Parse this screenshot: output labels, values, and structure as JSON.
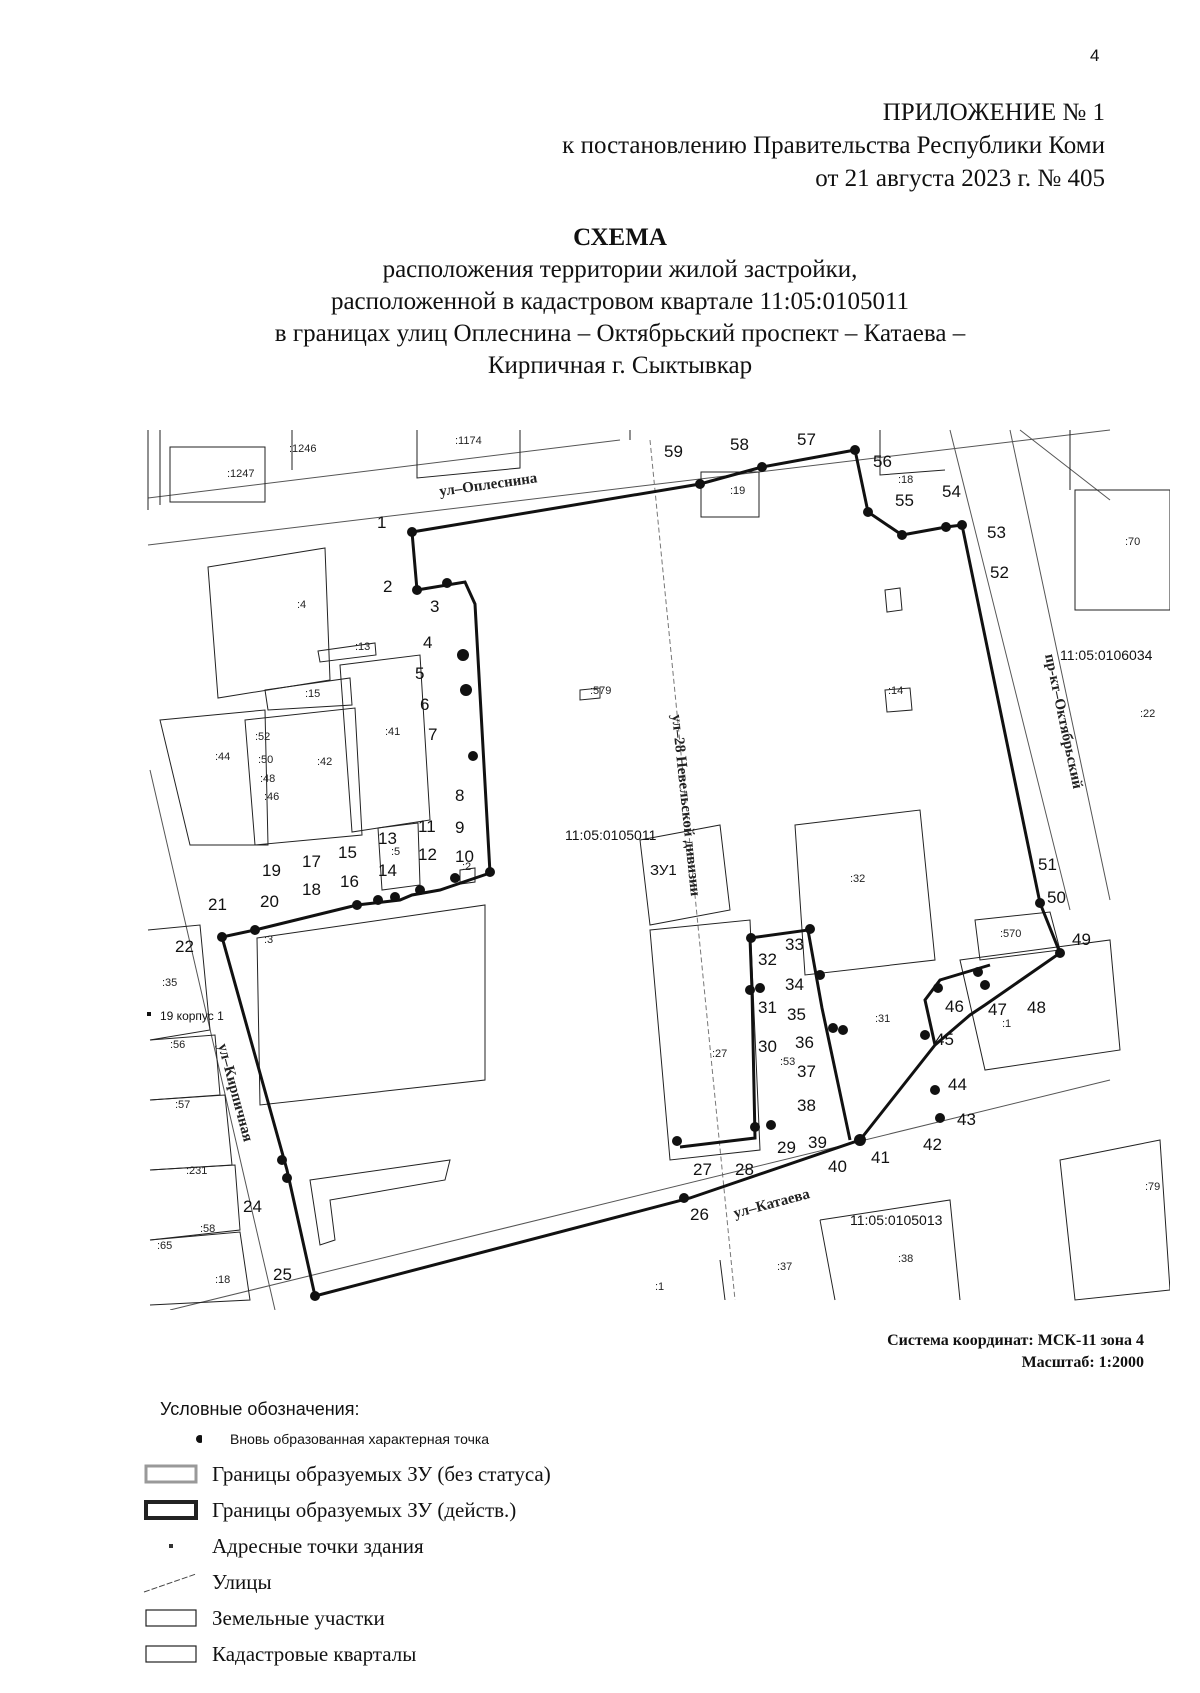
{
  "page_number": "4",
  "header": {
    "line1": "ПРИЛОЖЕНИЕ № 1",
    "line2": "к постановлению Правительства Республики Коми",
    "line3": "от 21 августа 2023 г. № 405"
  },
  "title": {
    "main": "СХЕМА",
    "line1": "расположения территории жилой застройки,",
    "line2": "расположенной в кадастровом квартале 11:05:0105011",
    "line3": "в границах улиц Оплеснина – Октябрьский проспект – Катаева –",
    "line4": "Кирпичная г. Сыктывкар"
  },
  "map": {
    "streets": {
      "oplesnina": "ул–Оплеснина",
      "oktyabrsky": "пр-кт–Октябрьский",
      "nevelskoy": "ул–28 Невельской дивизии",
      "kirpichnaya": "ул–Кирпичная",
      "kataeva": "ул–Катаева"
    },
    "quarters": {
      "q1": "11:05:0105011",
      "q2": "11:05:0106034",
      "q3": "11:05:0105013"
    },
    "zone_label": "ЗУ1",
    "building_label": "19 корпус 1",
    "parcels": {
      "p1247": ":1247",
      "p1246": ":1246",
      "p1174": ":1174",
      "p19": ":19",
      "p18": ":18",
      "p70": ":70",
      "p4": ":4",
      "p13": ":13",
      "p15": ":15",
      "p41": ":41",
      "p42": ":42",
      "p44": ":44",
      "p52": ":52",
      "p50": ":50",
      "p48": ":48",
      "p46": ":46",
      "p579": ":579",
      "p14": ":14",
      "p22": ":22",
      "p32": ":32",
      "p570": ":570",
      "p31": ":31",
      "p1r": ":1",
      "p27": ":27",
      "p53": ":53",
      "p5": ":5",
      "p2": ":2",
      "p3": ":3",
      "p35": ":35",
      "p56": ":56",
      "p57": ":57",
      "p231": ":231",
      "p58": ":58",
      "p65": ":65",
      "p18b": ":18",
      "p1b": ":1",
      "p37": ":37",
      "p38": ":38",
      "p79": ":79"
    },
    "points": [
      "1",
      "2",
      "3",
      "4",
      "5",
      "6",
      "7",
      "8",
      "9",
      "10",
      "11",
      "12",
      "13",
      "14",
      "15",
      "16",
      "17",
      "18",
      "19",
      "20",
      "21",
      "22",
      "24",
      "25",
      "26",
      "27",
      "28",
      "29",
      "30",
      "31",
      "32",
      "33",
      "34",
      "35",
      "36",
      "37",
      "38",
      "39",
      "40",
      "41",
      "42",
      "43",
      "44",
      "45",
      "46",
      "47",
      "48",
      "49",
      "50",
      "51",
      "52",
      "53",
      "54",
      "55",
      "56",
      "57",
      "58",
      "59"
    ]
  },
  "info": {
    "coord_system": "Система координат: МСК-11 зона 4",
    "scale": "Масштаб: 1:2000"
  },
  "legend": {
    "title": "Условные обозначения:",
    "items": [
      {
        "symbol": "dot",
        "text": "Вновь образованная характерная точка"
      },
      {
        "symbol": "box-gray",
        "text": "Границы образуемых ЗУ (без статуса)"
      },
      {
        "symbol": "box-bold",
        "text": "Границы образуемых ЗУ (действ.)"
      },
      {
        "symbol": "small-square",
        "text": "Адресные точки здания"
      },
      {
        "symbol": "dash-line",
        "text": "Улицы"
      },
      {
        "symbol": "box-thin",
        "text": "Земельные участки"
      },
      {
        "symbol": "box-thin",
        "text": "Кадастровые кварталы"
      }
    ]
  }
}
